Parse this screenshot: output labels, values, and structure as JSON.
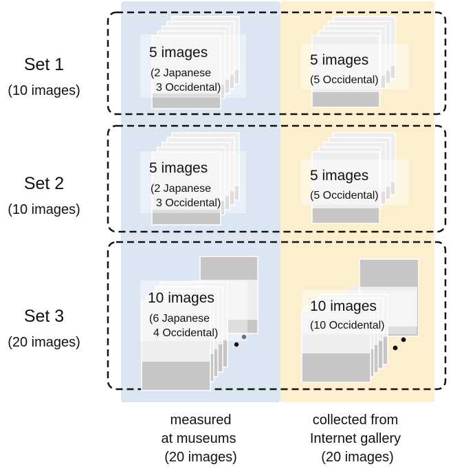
{
  "colors": {
    "left_column_bg": "#dbe6f2",
    "right_column_bg": "#fcefcd",
    "card_face": "#eeeeee",
    "card_shade": "#c8c5c7",
    "card_edge": "#ffffff",
    "dashed_border": "#111111"
  },
  "columns": [
    {
      "caption_lines": [
        "measured",
        "at museums",
        "(20 images)"
      ]
    },
    {
      "caption_lines": [
        "collected from",
        "Internet gallery",
        "(20 images)"
      ]
    }
  ],
  "sets": [
    {
      "label": "Set 1",
      "sublabel": "(10 images)",
      "left": {
        "title": "5 images",
        "detail_lines": [
          "(2 Japanese",
          "3 Occidental)"
        ]
      },
      "right": {
        "title": "5 images",
        "detail_lines": [
          "(5 Occidental)"
        ]
      }
    },
    {
      "label": "Set 2",
      "sublabel": "(10 images)",
      "left": {
        "title": "5 images",
        "detail_lines": [
          "(2 Japanese",
          "3 Occidental)"
        ]
      },
      "right": {
        "title": "5 images",
        "detail_lines": [
          "(5 Occidental)"
        ]
      }
    },
    {
      "label": "Set 3",
      "sublabel": "(20 images)",
      "left": {
        "title": "10 images",
        "detail_lines": [
          "(6 Japanese",
          "4 Occidental)"
        ]
      },
      "right": {
        "title": "10 images",
        "detail_lines": [
          "(10 Occidental)"
        ]
      }
    }
  ]
}
